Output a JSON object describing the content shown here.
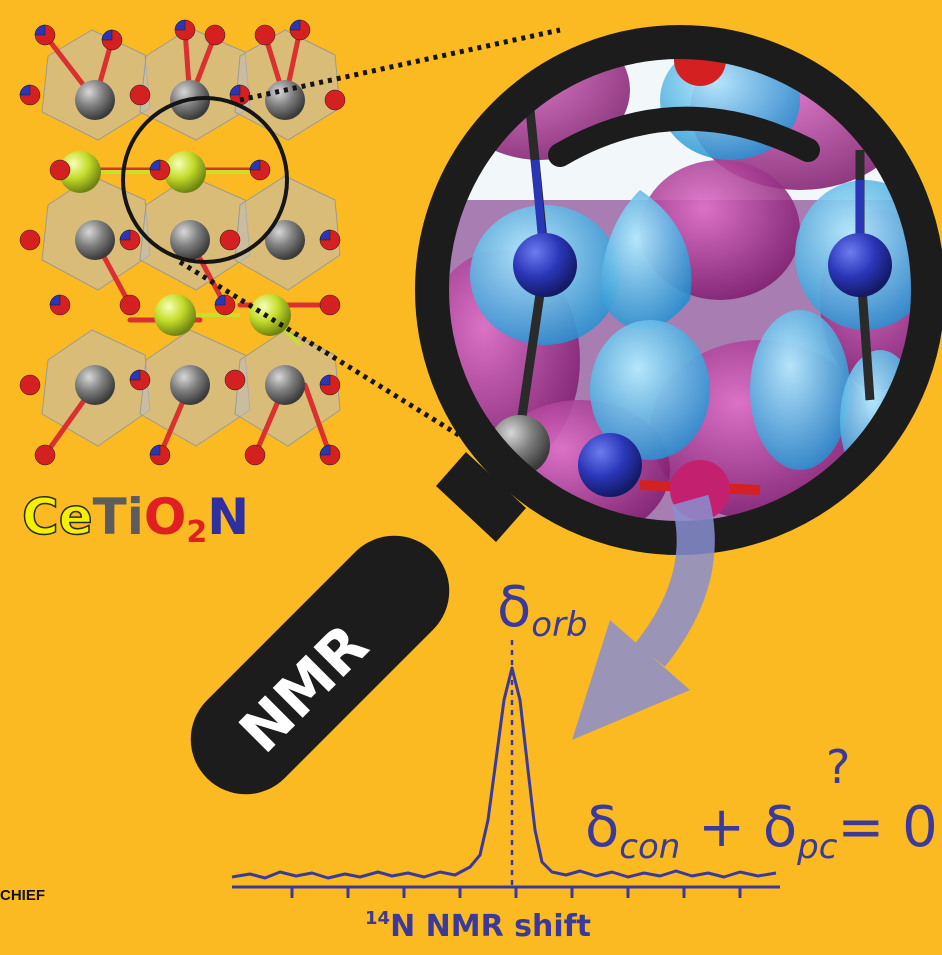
{
  "formula": {
    "ce": "Ce",
    "ti": "Ti",
    "o": "O",
    "o_sub": "2",
    "n": "N"
  },
  "handle_label": "NMR",
  "delta_orb": {
    "symbol": "δ",
    "sub": "orb"
  },
  "equation": {
    "d1": "δ",
    "sub1": "con",
    "plus": "+",
    "d2": "δ",
    "sub2": "pc",
    "rhs": "= 0",
    "question": "?"
  },
  "axis": {
    "sup": "14",
    "label": "N NMR shift"
  },
  "corner_text": "CHIEF",
  "colors": {
    "background": "#FBBA22",
    "navy": "#3B3A9A",
    "nitrogen": "#2E2FA0",
    "oxygen": "#E02020",
    "cerium": "#C8E02A",
    "titanium": "#6E6E6E",
    "lens_frame": "#1C1C1C",
    "cyan_orbital": "#39B4E6",
    "magenta_orbital": "#B0268E",
    "arrow": "#8A8FD0"
  }
}
